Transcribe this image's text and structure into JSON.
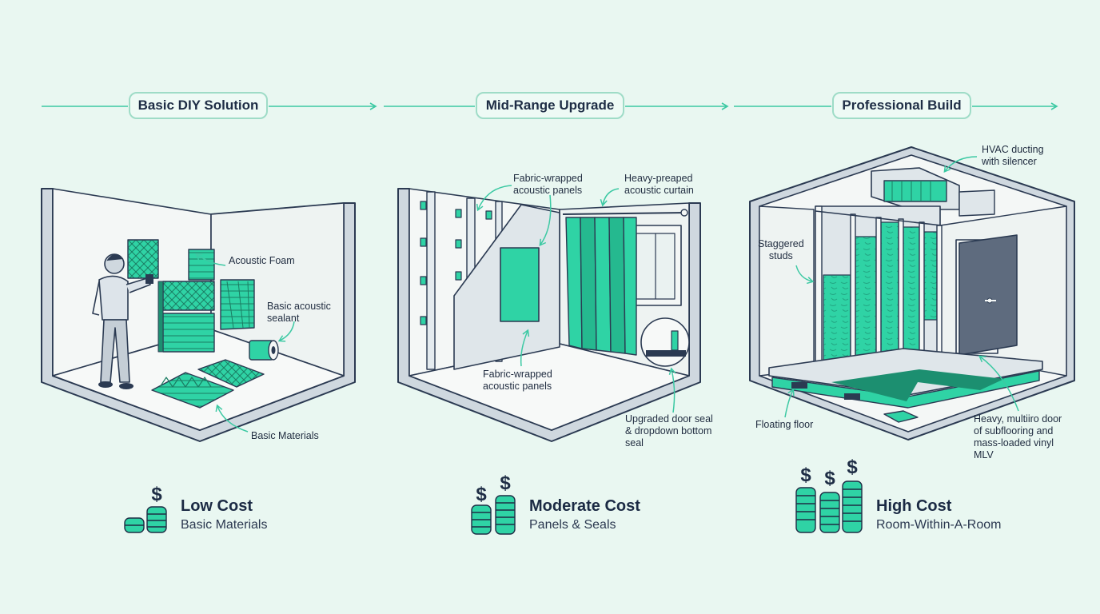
{
  "colors": {
    "background": "#e9f7f1",
    "accent": "#2fd3a5",
    "accent_dark": "#1c8f70",
    "line": "#2b3a52",
    "wall": "#f3f6f5",
    "arrow": "#3cc9a3"
  },
  "stages": [
    {
      "title": "Basic DIY Solution",
      "callouts": [
        "Acoustic Foam",
        "Basic acoustic\nsealant",
        "Basic Materials"
      ],
      "cost": {
        "title": "Low Cost",
        "subtitle": "Basic Materials",
        "icon": "dollar-coin-stack-icon",
        "dollar_signs": 1
      }
    },
    {
      "title": "Mid-Range Upgrade",
      "callouts": [
        "Fabric-wrapped\nacoustic panels",
        "Heavy-preaped\nacoustic curtain",
        "Fabric-wrapped\nacoustic panels",
        "Upgraded door seal\n& dropdown bottom\nseal"
      ],
      "cost": {
        "title": "Moderate Cost",
        "subtitle": "Panels & Seals",
        "icon": "dollar-coin-stack-icon",
        "dollar_signs": 2
      }
    },
    {
      "title": "Professional Build",
      "callouts": [
        "HVAC ducting\nwith silencer",
        "Staggered\nstuds",
        "Floating floor",
        "Heavy, multiiro door\nof subflooring and\nmass-loaded vinyl\nMLV"
      ],
      "cost": {
        "title": "High Cost",
        "subtitle": "Room-Within-A-Room",
        "icon": "dollar-coin-stack-icon",
        "dollar_signs": 3
      }
    }
  ]
}
